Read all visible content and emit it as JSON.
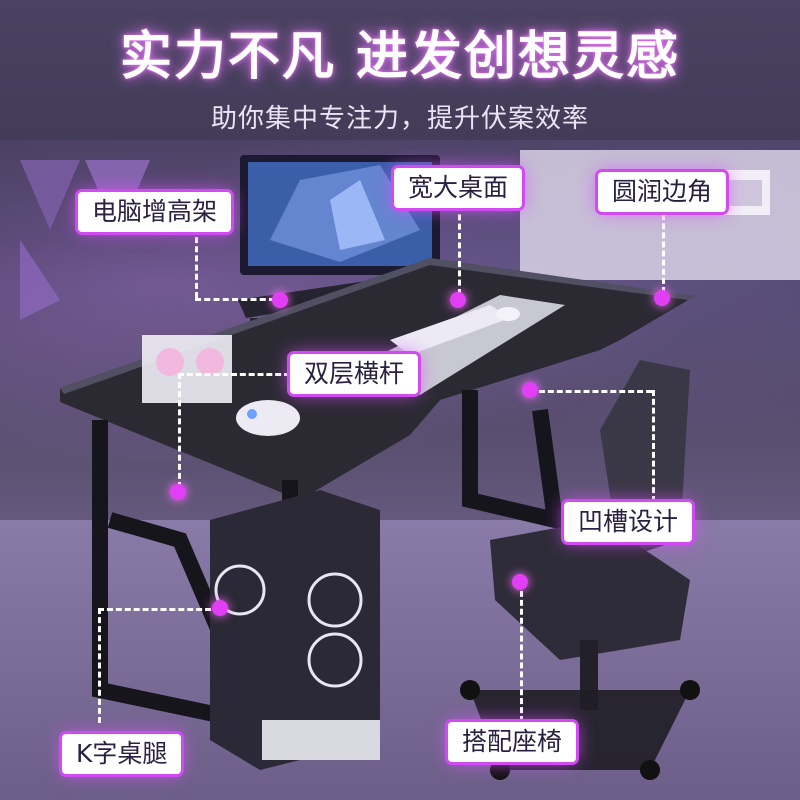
{
  "headline": "实力不凡 进发创想灵感",
  "subline": "助你集中专注力，提升伏案效率",
  "features": {
    "monitor_riser": "电脑增高架",
    "wide_desktop": "宽大桌面",
    "rounded_corner": "圆润边角",
    "double_crossbar": "双层横杆",
    "groove_design": "凹槽设计",
    "k_legs": "K字桌腿",
    "matching_chair": "搭配座椅"
  },
  "colors": {
    "accent": "#d04cf0",
    "dot": "#e13ef5",
    "tag_bg": "#ffffff",
    "tag_text": "#2a2040"
  }
}
